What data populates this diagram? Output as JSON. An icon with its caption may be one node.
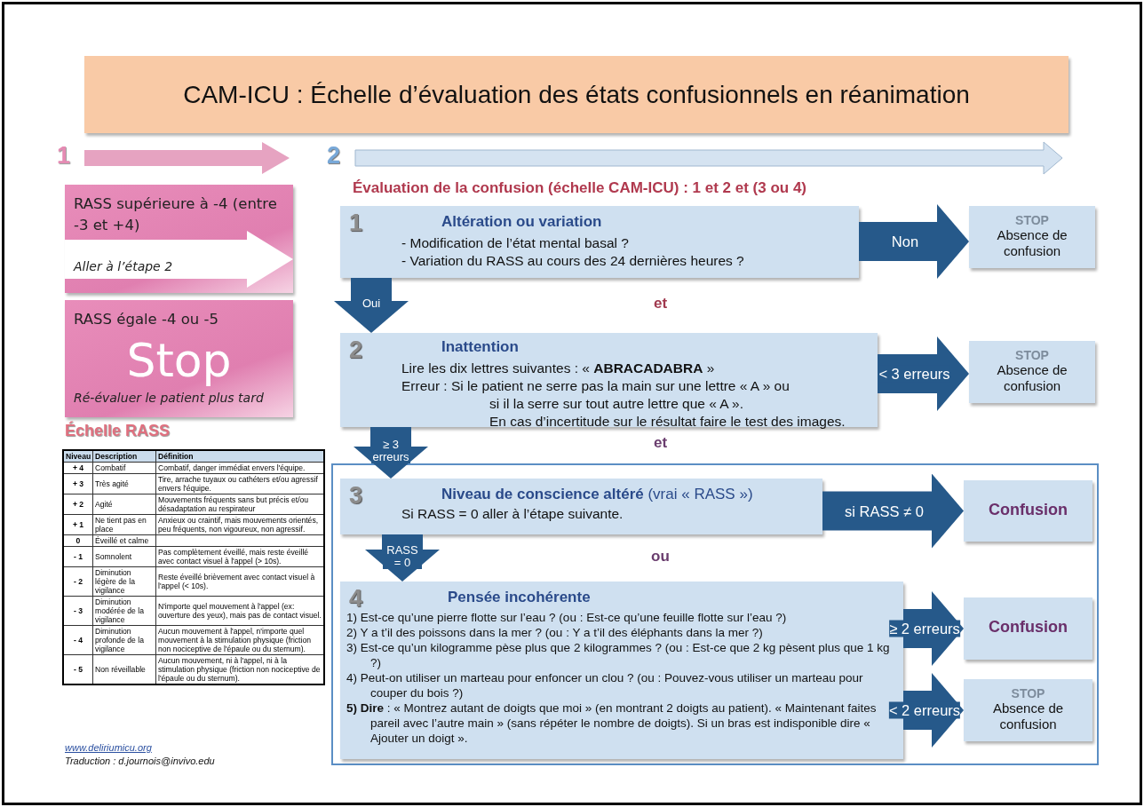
{
  "diagram": {
    "title": "CAM-ICU : Échelle d’évaluation des états confusionnels en réanimation",
    "nodes": [
      {
        "text": [
          "RASS supérieure à -4 (entre -3 et +4)",
          "Aller à l’étape 2"
        ]
      },
      {
        "text": [
          "RASS égale -4 ou -5",
          "Stop",
          "Ré-évaluer le patient plus tard"
        ]
      },
      {
        "text": [
          "1",
          "Altération ou variation",
          "- Modification de l’état mental basal ?",
          "- Variation du RASS au cours des 24 dernières heures ?"
        ]
      },
      {
        "text": [
          "STOP",
          "Absence de confusion"
        ]
      },
      {
        "text": [
          "2",
          "Inattention",
          "Lire les dix lettres suivantes : « **ABRACADABRA** »",
          "Erreur : Si le patient ne serre pas la main sur une lettre « A » ou si il la serre sur tout autre lettre que « A ».",
          "En cas d’incertitude sur le résultat faire le test des images."
        ]
      },
      {
        "text": [
          "STOP",
          "Absence de confusion"
        ]
      },
      {
        "text": [],
        "shape": "box"
      },
      {
        "text": [
          "3",
          "**Niveau de conscience altéré** (vrai « RASS »)",
          "Si RASS = 0 aller à l’étape suivante."
        ],
        "in": 6
      },
      {
        "text": [
          "Confusion"
        ],
        "in": 6
      },
      {
        "text": [
          "4",
          "Pensée incohérente",
          "1) Est-ce qu’une pierre flotte sur l’eau ? (ou : Est-ce qu’une feuille flotte sur l’eau ?)",
          "2) Y a t’il des poissons dans la mer ? (ou : Y a t’il des éléphants dans la mer ?)",
          "3) Est-ce qu’un kilogramme pèse plus que 2 kilogrammes ? (ou : Est-ce que 2 kg pèsent plus que 1 kg ?)",
          "4) Peut-on utiliser un marteau pour enfoncer un clou ? (ou : Pouvez-vous utiliser un marteau pour couper du bois ?)",
          "**5) Dire** : « Montrez autant de doigts que moi » (en montrant 2 doigts au patient). « Maintenant faites pareil avec l’autre main » (sans répéter le nombre de doigts). Si un bras est indisponible dire « Ajouter un doigt »."
        ],
        "in": 6
      },
      {
        "text": [
          "Confusion"
        ],
        "in": 6
      },
      {
        "text": [
          "STOP",
          "Absence de confusion"
        ],
        "in": 6
      }
    ],
    "edges": [
      {
        "from": 2,
        "to": 3,
        "arrow": "to",
        "label": "Non"
      },
      {
        "from": 2,
        "to": 4,
        "arrow": "to",
        "label": "Oui"
      },
      {
        "from": 4,
        "to": 5,
        "arrow": "to",
        "label": "< 3 erreurs"
      },
      {
        "from": 4,
        "to": 7,
        "arrow": "to",
        "label": "≥ 3 erreurs"
      },
      {
        "from": 7,
        "to": 8,
        "arrow": "to",
        "label": "si RASS ≠ 0"
      },
      {
        "from": 7,
        "to": 9,
        "arrow": "to",
        "label": "RASS = 0"
      },
      {
        "from": 9,
        "to": 10,
        "arrow": "to",
        "label": "≥ 2 erreurs"
      },
      {
        "from": 9,
        "to": 11,
        "arrow": "to",
        "label": "< 2 erreurs"
      }
    ],
    "labels": [
      "1",
      "2",
      "Évaluation de la confusion (échelle CAM-ICU) : 1 et 2 et (3 ou 4)",
      "et",
      "et",
      "ou",
      "Échelle RASS",
      "Niveau",
      "Description",
      "Définition",
      "+ 4",
      "Combatif",
      "Combatif, danger immédiat envers l'équipe.",
      "+ 3",
      "Très agité",
      "Tire, arrache tuyaux ou cathéters et/ou agressif envers l'équipe.",
      "+ 2",
      "Agité",
      "Mouvements fréquents sans but précis et/ou désadaptation au respirateur",
      "+ 1",
      "Ne tient pas en place",
      "Anxieux ou craintif, mais mouvements orientés, peu fréquents, non vigoureux, non agressif.",
      "0",
      "Éveillé et calme",
      "- 1",
      "Somnolent",
      "Pas complètement éveillé, mais reste éveillé avec contact visuel à l'appel (> 10s).",
      "- 2",
      "Diminution légère de la vigilance",
      "Reste éveillé brièvement avec contact visuel à l'appel (< 10s).",
      "- 3",
      "Diminution modérée de la vigilance",
      "N'importe quel mouvement à l'appel (ex: ouverture des yeux), mais pas de contact visuel.",
      "- 4",
      "Diminution profonde de la vigilance",
      "Aucun mouvement à l'appel, n'importe quel mouvement à la stimulation physique (friction non nociceptive de l'épaule ou du sternum).",
      "- 5",
      "Non réveillable",
      "Aucun mouvement, ni à l'appel, ni à la stimulation physique (friction non nociceptive de l'épaule ou du sternum).",
      "www.deliriumicu.org",
      "Traduction : d.journois@invivo.edu"
    ]
  }
}
